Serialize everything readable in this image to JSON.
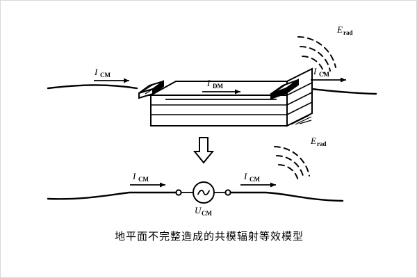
{
  "figure": {
    "caption": "地平面不完整造成的共模辐射等效模型",
    "background_color": "#ffffff",
    "line_color": "#000000",
    "border_color": "#d9d9d9"
  },
  "labels": {
    "icm_left_top": {
      "symbol": "I",
      "subscript": "CM"
    },
    "icm_right_top": {
      "symbol": "I",
      "subscript": "CM"
    },
    "idm": {
      "symbol": "I",
      "subscript": "DM"
    },
    "erad_top": {
      "symbol": "E",
      "subscript": "rad"
    },
    "erad_bottom": {
      "symbol": "E",
      "subscript": "rad"
    },
    "icm_left_bottom": {
      "symbol": "I",
      "subscript": "CM"
    },
    "icm_right_bottom": {
      "symbol": "I",
      "subscript": "CM"
    },
    "ucm": {
      "symbol": "U",
      "subscript": "CM"
    }
  },
  "components": {
    "pcb_board": "layered-pcb-board",
    "connector_left": "edge-connector-left",
    "connector_right": "edge-connector-right",
    "cable_left_top": "attached-cable-left",
    "cable_right_top": "attached-cable-right",
    "transform_arrow": "hollow-down-arrow",
    "ac_source": "ac-voltage-source",
    "terminal_left": "terminal-node-left",
    "terminal_right": "terminal-node-right",
    "cable_left_bottom": "equivalent-cable-left",
    "cable_right_bottom": "equivalent-cable-right",
    "radiation_arcs_top": "radiation-wavefront-arcs-top",
    "radiation_arcs_bottom": "radiation-wavefront-arcs-bottom"
  },
  "chart_data": {
    "type": "diagram",
    "title": "地平面不完整造成的共模辐射等效模型",
    "panels": [
      {
        "name": "physical-model",
        "elements": [
          "pcb-board-3d",
          "left-connector",
          "right-connector",
          "differential-mode-trace",
          "attached-cables",
          "radiated-emission-arcs"
        ],
        "currents": [
          "I_CM",
          "I_DM",
          "I_CM"
        ],
        "fields": [
          "E_rad"
        ]
      },
      {
        "name": "equivalent-circuit-model",
        "elements": [
          "common-mode-voltage-source",
          "antenna-wire-left",
          "antenna-wire-right",
          "radiated-emission-arcs"
        ],
        "currents": [
          "I_CM",
          "I_CM"
        ],
        "sources": [
          "U_CM"
        ],
        "fields": [
          "E_rad"
        ]
      }
    ]
  }
}
